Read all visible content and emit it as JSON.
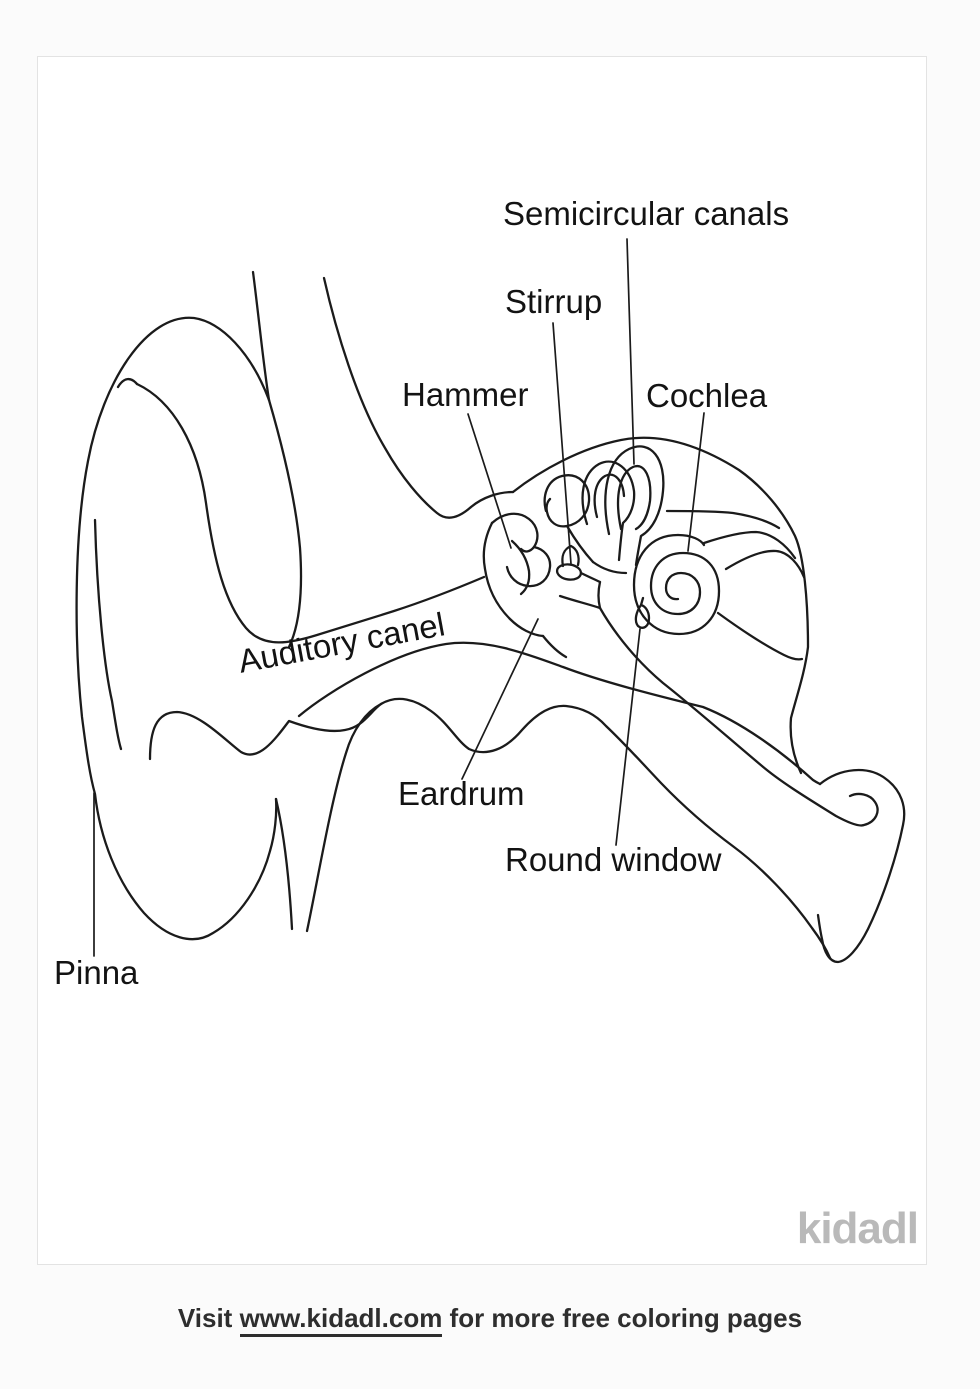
{
  "page": {
    "watermark": "kidadl",
    "footer": {
      "prefix": "Visit ",
      "link": "www.kidadl.com",
      "suffix": " for more free coloring pages"
    }
  },
  "diagram": {
    "subject": "Ear anatomy coloring page",
    "labels": [
      {
        "id": "semicircular-canals",
        "text": "Semicircular canals"
      },
      {
        "id": "stirrup",
        "text": "Stirrup"
      },
      {
        "id": "hammer",
        "text": "Hammer"
      },
      {
        "id": "cochlea",
        "text": "Cochlea"
      },
      {
        "id": "auditory-canal",
        "text": "Auditory canel"
      },
      {
        "id": "eardrum",
        "text": "Eardrum"
      },
      {
        "id": "round-window",
        "text": "Round window"
      },
      {
        "id": "pinna",
        "text": "Pinna"
      }
    ],
    "colors": {
      "line": "#1b1b1b",
      "label_text": "#131313",
      "watermark": "#b9b9b9",
      "footer_text": "#2e2e2e",
      "page_border": "#e3e3e3",
      "page_background": "#ffffff"
    }
  }
}
